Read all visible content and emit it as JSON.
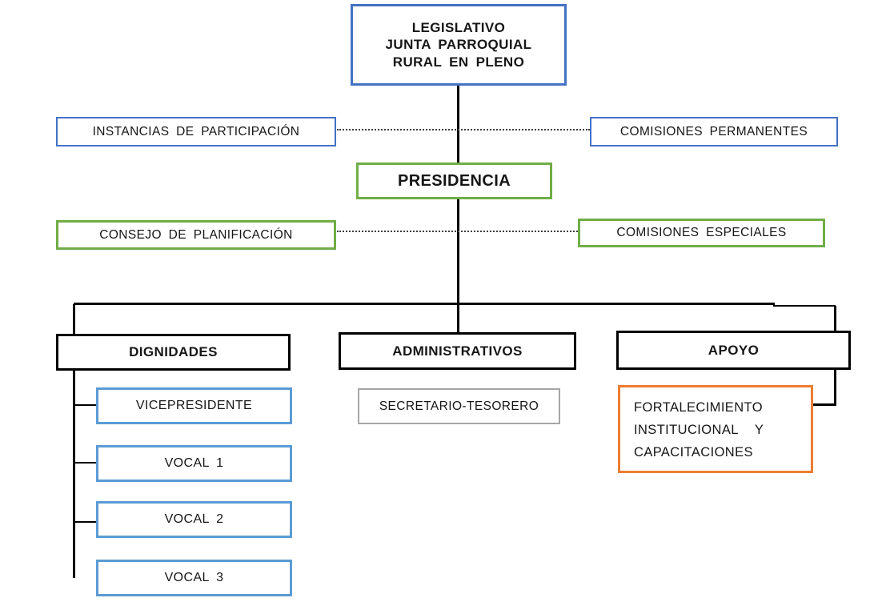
{
  "diagram": {
    "type": "org-chart",
    "language": "es",
    "colors": {
      "blue": "#4472C4",
      "green": "#70AD47",
      "light_blue": "#5B9BD5",
      "orange": "#ED7D31",
      "gray": "#A6A6A6",
      "black_line": "#000000",
      "background": "#FFFFFF",
      "text": "#161616"
    },
    "nodes": {
      "legislativo": {
        "lines": [
          "LEGISLATIVO",
          "JUNTA PARROQUIAL",
          "RURAL EN PLENO"
        ],
        "border": "#4472C4",
        "emphasis": "bold"
      },
      "instancias_participacion": {
        "label": "INSTANCIAS DE PARTICIPACIÓN",
        "border": "#4472C4"
      },
      "comisiones_permanentes": {
        "label": "COMISIONES PERMANENTES",
        "border": "#4472C4"
      },
      "presidencia": {
        "label": "PRESIDENCIA",
        "border": "#70AD47",
        "emphasis": "bold"
      },
      "consejo_planificacion": {
        "label": "CONSEJO DE PLANIFICACIÓN",
        "border": "#70AD47"
      },
      "comisiones_especiales": {
        "label": "COMISIONES ESPECIALES",
        "border": "#70AD47"
      },
      "dignidades": {
        "label": "DIGNIDADES",
        "border": "#000000",
        "emphasis": "bold"
      },
      "administrativos": {
        "label": "ADMINISTRATIVOS",
        "border": "#000000",
        "emphasis": "bold"
      },
      "apoyo": {
        "label": "APOYO",
        "border": "#000000",
        "emphasis": "bold"
      },
      "vicepresidente": {
        "label": "VICEPRESIDENTE",
        "border": "#5B9BD5"
      },
      "vocal_1": {
        "label": "VOCAL 1",
        "border": "#5B9BD5"
      },
      "vocal_2": {
        "label": "VOCAL 2",
        "border": "#5B9BD5"
      },
      "vocal_3": {
        "label": "VOCAL 3",
        "border": "#5B9BD5"
      },
      "secretario_tesorero": {
        "label": "SECRETARIO-TESORERO",
        "border": "#A6A6A6"
      },
      "fortalecimiento": {
        "lines": [
          "FORTALECIMIENTO",
          "INSTITUCIONAL   Y",
          "CAPACITACIONES"
        ],
        "border": "#ED7D31"
      }
    },
    "connections": [
      {
        "from": "legislativo",
        "to": "presidencia",
        "style": "solid"
      },
      {
        "from": "instancias_participacion",
        "to": "comisiones_permanentes",
        "style": "dotted"
      },
      {
        "from": "consejo_planificacion",
        "to": "comisiones_especiales",
        "style": "dotted"
      },
      {
        "from": "presidencia",
        "to": "dignidades",
        "style": "solid"
      },
      {
        "from": "presidencia",
        "to": "administrativos",
        "style": "solid"
      },
      {
        "from": "presidencia",
        "to": "apoyo",
        "style": "solid"
      },
      {
        "from": "dignidades",
        "to": "vicepresidente",
        "style": "solid"
      },
      {
        "from": "dignidades",
        "to": "vocal_1",
        "style": "solid"
      },
      {
        "from": "dignidades",
        "to": "vocal_2",
        "style": "solid"
      },
      {
        "from": "dignidades",
        "to": "vocal_3",
        "style": "solid"
      },
      {
        "from": "apoyo",
        "to": "fortalecimiento",
        "style": "solid"
      }
    ]
  }
}
